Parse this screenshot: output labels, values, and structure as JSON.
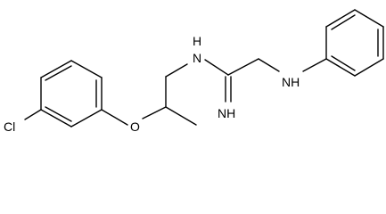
{
  "molecule": {
    "atom_labels": {
      "chlorine": "Cl",
      "ether_oxygen": "O",
      "amidine_nh": "N",
      "amidine_nh_h": "H",
      "amidine_imine": "NH",
      "aniline_nh": "NH"
    },
    "colors": {
      "bond": "#000000",
      "label": "#000000",
      "background": "#ffffff"
    }
  }
}
